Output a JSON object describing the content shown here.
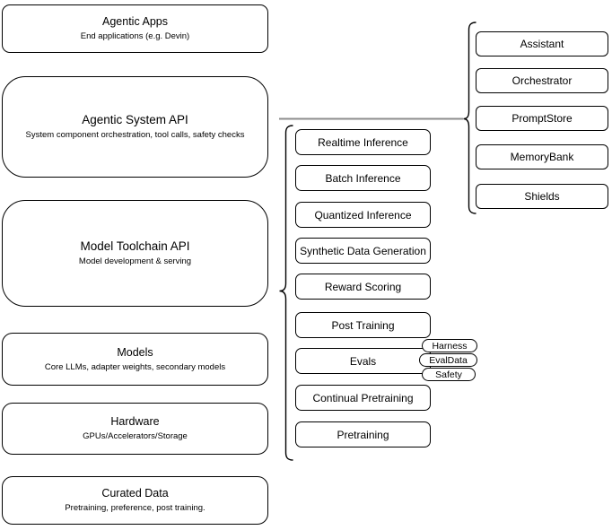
{
  "diagram": {
    "left_stack": [
      {
        "title": "Agentic Apps",
        "subtitle": "End applications (e.g. Devin)"
      },
      {
        "title": "Agentic System API",
        "subtitle": "System component orchestration, tool calls, safety checks"
      },
      {
        "title": "Model Toolchain API",
        "subtitle": "Model development & serving"
      },
      {
        "title": "Models",
        "subtitle": "Core LLMs, adapter weights, secondary models"
      },
      {
        "title": "Hardware",
        "subtitle": "GPUs/Accelerators/Storage"
      },
      {
        "title": "Curated Data",
        "subtitle": "Pretraining, preference, post training."
      }
    ],
    "toolchain_components": [
      "Realtime Inference",
      "Batch Inference",
      "Quantized Inference",
      "Synthetic Data Generation",
      "Reward Scoring",
      "Post Training",
      "Evals",
      "Continual Pretraining",
      "Pretraining"
    ],
    "evals_tags": [
      "Harness",
      "EvalData",
      "Safety"
    ],
    "system_components": [
      "Assistant",
      "Orchestrator",
      "PromptStore",
      "MemoryBank",
      "Shields"
    ],
    "colors": {
      "stroke": "#000000",
      "connector_line": "#8c8c8c",
      "background": "#ffffff"
    }
  }
}
